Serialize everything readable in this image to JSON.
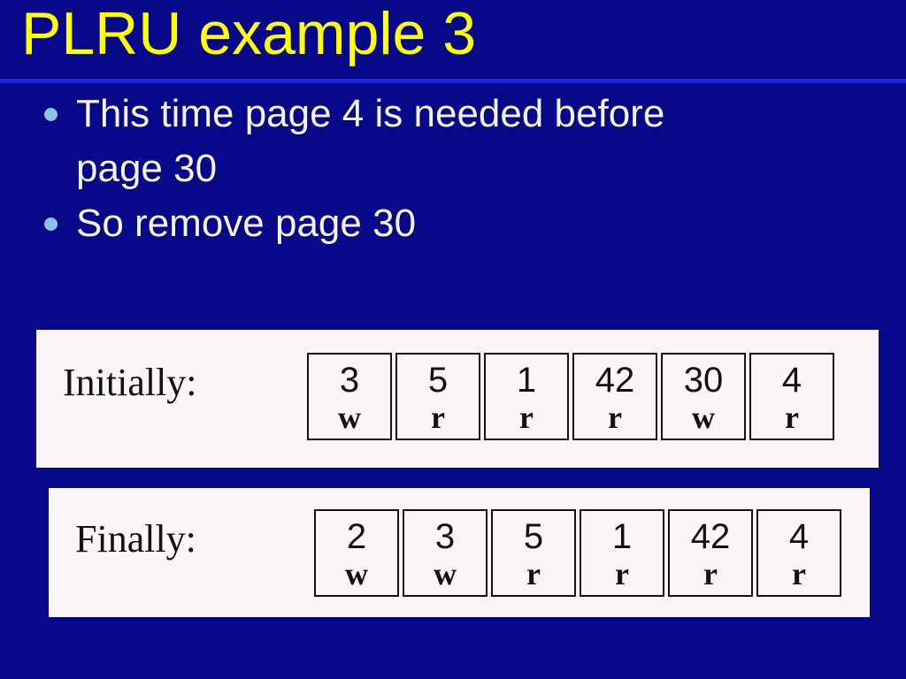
{
  "slide": {
    "title": "PLRU example 3"
  },
  "bullets": [
    "This time page 4 is needed before page 30",
    "So remove page 30"
  ],
  "panels": [
    {
      "label": "Initially:",
      "cells": [
        {
          "page": "3",
          "op": "w"
        },
        {
          "page": "5",
          "op": "r"
        },
        {
          "page": "1",
          "op": "r"
        },
        {
          "page": "42",
          "op": "r"
        },
        {
          "page": "30",
          "op": "w"
        },
        {
          "page": "4",
          "op": "r"
        }
      ]
    },
    {
      "label": "Finally:",
      "cells": [
        {
          "page": "2",
          "op": "w"
        },
        {
          "page": "3",
          "op": "w"
        },
        {
          "page": "5",
          "op": "r"
        },
        {
          "page": "1",
          "op": "r"
        },
        {
          "page": "42",
          "op": "r"
        },
        {
          "page": "4",
          "op": "r"
        }
      ]
    }
  ],
  "colors": {
    "bg": "#08088A",
    "rule": "#2020F5",
    "title": "#FFFF00",
    "text": "#F2F2F2",
    "bullet": "#8CC2E8",
    "panel": "#FBF6F6",
    "ink": "#121212"
  }
}
